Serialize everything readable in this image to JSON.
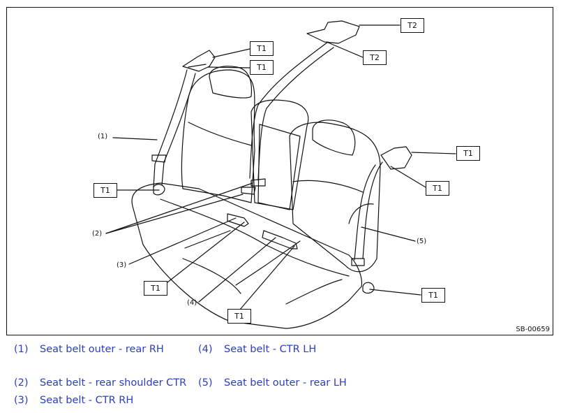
{
  "figure_id": "SB-00659",
  "torque_labels": {
    "t1": "T1",
    "t2": "T2"
  },
  "part_numbers": {
    "n1": "(1)",
    "n2": "(2)",
    "n3": "(3)",
    "n4": "(4)",
    "n5": "(5)"
  },
  "legend": [
    {
      "num": "(1)",
      "label": "Seat belt outer - rear RH"
    },
    {
      "num": "(4)",
      "label": "Seat belt - CTR LH"
    },
    {
      "num": "(2)",
      "label": "Seat belt - rear shoulder CTR"
    },
    {
      "num": "(5)",
      "label": "Seat belt outer - rear LH"
    },
    {
      "num": "(3)",
      "label": "Seat belt - CTR RH"
    }
  ]
}
